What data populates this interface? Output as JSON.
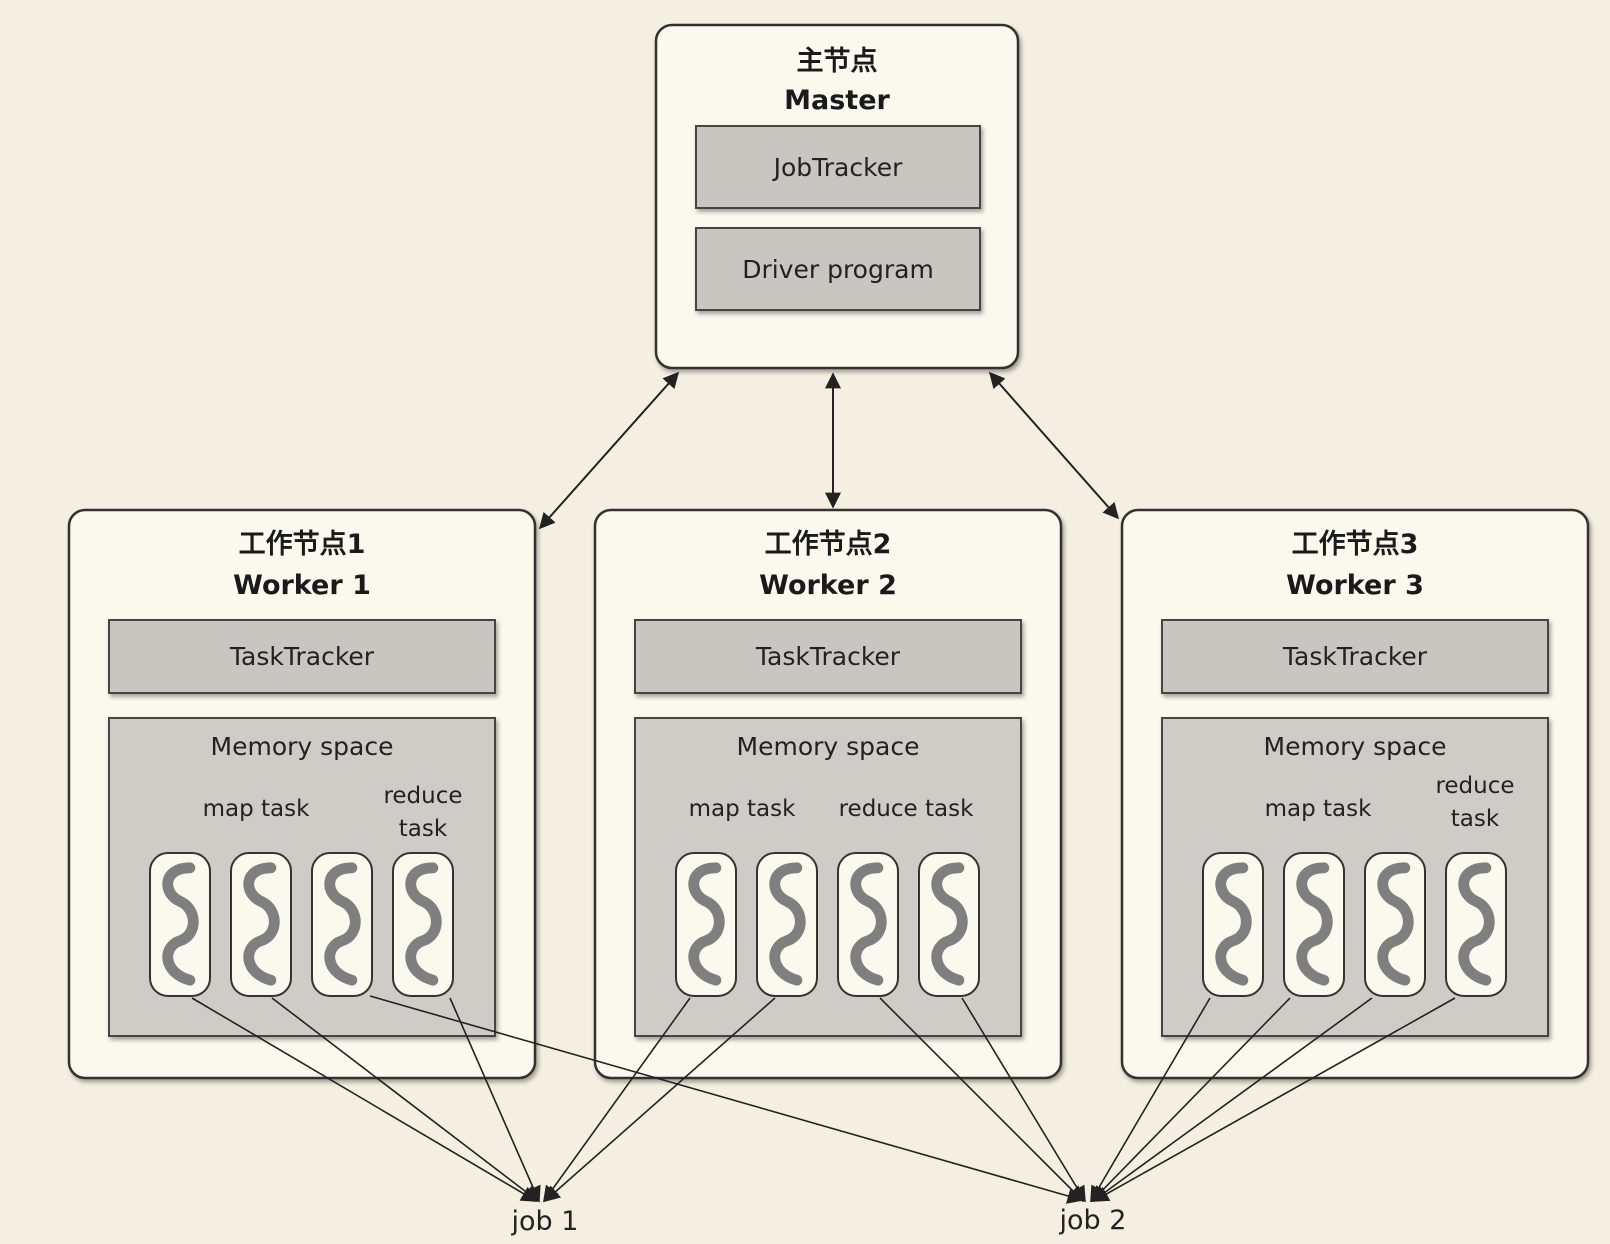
{
  "master": {
    "title_cn": "主节点",
    "title_en": "Master",
    "job_tracker": "JobTracker",
    "driver_program": "Driver program"
  },
  "workers": [
    {
      "title_cn": "工作节点1",
      "title_en": "Worker 1",
      "task_tracker": "TaskTracker",
      "memory_space": "Memory space",
      "map_task": "map task",
      "reduce_task_line1": "reduce",
      "reduce_task_line2": "task"
    },
    {
      "title_cn": "工作节点2",
      "title_en": "Worker 2",
      "task_tracker": "TaskTracker",
      "memory_space": "Memory space",
      "map_task": "map task",
      "reduce_task": "reduce task"
    },
    {
      "title_cn": "工作节点3",
      "title_en": "Worker 3",
      "task_tracker": "TaskTracker",
      "memory_space": "Memory space",
      "map_task": "map task",
      "reduce_task_line1": "reduce",
      "reduce_task_line2": "task"
    }
  ],
  "jobs": {
    "job1": "job 1",
    "job2": "job 2"
  },
  "colors": {
    "background": "#f4efe0",
    "box_fill": "#fbf8ee",
    "component_fill": "#c9c6c1",
    "memory_fill": "#cfccc7",
    "squiggle": "#7f7f7f",
    "line": "#222222"
  }
}
